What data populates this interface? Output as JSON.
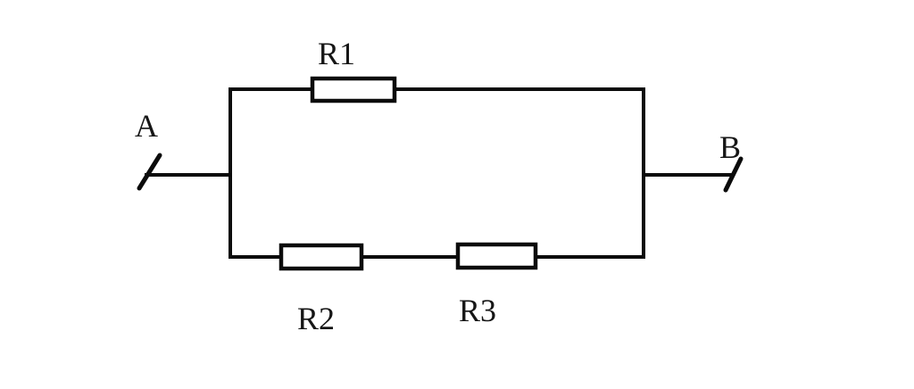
{
  "diagram": {
    "type": "resistor-network-circuit",
    "background_color": "#ffffff",
    "line_color": "#0b0b0b",
    "topology": "Terminal A to terminal B: resistor R1 on top branch in parallel with resistors R2 and R3 in series on bottom branch",
    "labels": {
      "terminal_a": "A",
      "terminal_b": "B",
      "resistor_1": "R1",
      "resistor_2": "R2",
      "resistor_3": "R3"
    }
  }
}
